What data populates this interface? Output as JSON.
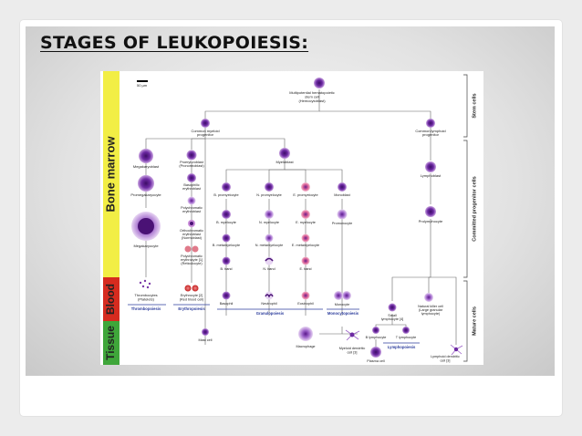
{
  "title": "STAGES OF LEUKOPOIESIS:",
  "side": {
    "bone_marrow": "Bone marrow",
    "blood": "Blood",
    "tissue": "Tissue"
  },
  "right": {
    "stem": "Stem cells",
    "committed": "Committed progenitor cells",
    "mature": "Mature cells"
  },
  "scale": {
    "l1": "[scalebar]",
    "l2": "50 µm"
  },
  "top": {
    "l1": "Multipotential hematopoietic",
    "l2": "stem cell",
    "l3": "(Hemocytoblast)"
  },
  "cmp": {
    "l1": "Common myeloid",
    "l2": "progenitor"
  },
  "clp": {
    "l1": "Common lymphoid",
    "l2": "progenitor"
  },
  "mk": {
    "megakaryoblast": "Megakaryoblast",
    "promegakaryocyte": "Promegakaryocyte",
    "megakaryocyte": "Megakaryocyte",
    "thrombocytes_l1": "Thrombocytes",
    "thrombocytes_l2": "(Platelets)"
  },
  "ery": {
    "pro_l1": "Proerythroblast",
    "pro_l2": "(Pronormoblast)",
    "baso_l1": "Basophilic",
    "baso_l2": "erythroblast",
    "poly_l1": "Polychromatic",
    "poly_l2": "erythroblast",
    "ortho_l1": "Orthochromatic",
    "ortho_l2": "erythroblast",
    "ortho_l3": "(Normoblast)",
    "retic_l1": "Polychromatic",
    "retic_l2": "erythrocyte [1]",
    "retic_l3": "(Reticulocyte)",
    "ery_l1": "Erythrocyte [2]",
    "ery_l2": "(Red blood cell)"
  },
  "gran": {
    "myeloblast": "Myeloblast",
    "b_pro": "B. promyelocyte",
    "n_pro": "N. promyelocyte",
    "e_pro": "E. promyelocyte",
    "b_my": "B. myelocyte",
    "n_my": "N. myelocyte",
    "e_my": "E. myelocyte",
    "b_meta": "B. metamyelocyte",
    "n_meta": "N. metamyelocyte",
    "e_meta": "E. metamyelocyte",
    "b_band": "B. band",
    "n_band": "N. band",
    "e_band": "E. band",
    "basophil": "Basophil",
    "neutrophil": "Neutrophil",
    "eosinophil": "Eosinophil"
  },
  "mono": {
    "monoblast": "Monoblast",
    "promonocyte": "Promonocyte",
    "monocyte": "Monocyte",
    "macrophage": "Macrophage",
    "mdc_l1": "Myeloid dendritic",
    "mdc_l2": "cell [3]"
  },
  "mast": "Mast cell",
  "lymph": {
    "lymphoblast": "Lymphoblast",
    "prolymphocyte": "Prolymphocyte",
    "small_l1": "Small",
    "small_l2": "lymphocyte [4]",
    "nk_l1": "Natural killer cell",
    "nk_l2": "(Large granular",
    "nk_l3": "lymphocyte)",
    "b": "B lymphocyte",
    "t": "T lymphocyte",
    "plasma": "Plasma cell",
    "ldc_l1": "Lymphoid dendritic",
    "ldc_l2": "cell [3]"
  },
  "groups": {
    "thrombopoiesis": "Thrombopoiesis",
    "erythropoiesis": "Erythropoiesis",
    "granulopoiesis": "Granulopoiesis",
    "monocytopoiesis": "Monocytopoiesis",
    "lymphopoiesis": "Lymphopoiesis"
  },
  "colors": {
    "bone_marrow": "#f2ee45",
    "blood": "#d62b1f",
    "tissue": "#3fa63a",
    "group_label": "#2b3c9c",
    "nucleus": "#5a1a8a",
    "cytoplasm": "#c9a3e0",
    "rbc": "#d83030"
  }
}
